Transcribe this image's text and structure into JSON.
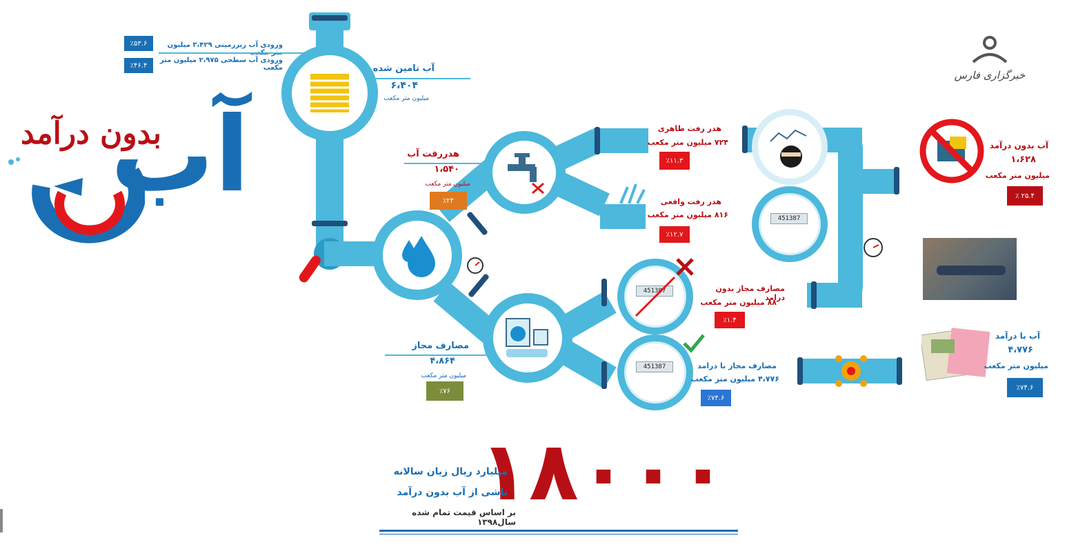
{
  "logo": {
    "title_word": "آب",
    "subtitle": "بدون درآمد",
    "fars": "خبرگزاری فارس"
  },
  "inputs": {
    "groundwater": "ورودی آب زیرزمینی ۳،۴۲۹ میلیون متر مکعب",
    "groundwater_pct": "٪۵۳.۶",
    "surface": "ورودی آب سطحی ۲،۹۷۵ میلیون متر مکعب",
    "surface_pct": "٪۴۶.۴"
  },
  "supplied": {
    "title": "آب تامین شده",
    "value": "۶،۴۰۴",
    "unit": "میلیون متر مکعب"
  },
  "loss": {
    "title": "هدررفت آب",
    "value": "۱،۵۴۰",
    "unit": "میلیون متر مکعب",
    "pct": "٪۲۴"
  },
  "apparent_loss": {
    "title": "هدر رفت ظاهری",
    "value": "۷۲۴ میلیون متر مکعب",
    "pct": "٪۱۱.۳"
  },
  "real_loss": {
    "title": "هدر رفت واقعی",
    "value": "۸۱۶ میلیون متر مکعب",
    "pct": "٪۱۲.۷"
  },
  "authorized": {
    "title": "مصارف مجاز",
    "value": "۴،۸۶۴",
    "unit": "میلیون متر مکعب",
    "pct": "٪۷۶"
  },
  "unbilled_auth": {
    "title": "مصارف مجاز بدون درامد",
    "value": "۸۸ میلیون متر مکعب",
    "pct": "٪۱.۴"
  },
  "billed_auth": {
    "title": "مصارف مجاز با درامد",
    "value": "۴،۷۷۶ میلیون متر مکعب",
    "pct": "٪۷۴.۶"
  },
  "nrw": {
    "title": "آب بدون درآمد",
    "value": "۱،۶۲۸",
    "unit": "میلیون متر مکعب",
    "pct": "٪ ۲۵.۴"
  },
  "revenue_water": {
    "title": "آب با درآمد",
    "value": "۴،۷۷۶",
    "unit": "میلیون متر مکعب",
    "pct": "٪۷۴.۶"
  },
  "meter_reading": "451387",
  "bottom": {
    "big_number": "۱۸۰۰۰",
    "line1": "میلیارد ریال زیان سالانه",
    "line2": "ناشی از آب بدون درآمد",
    "line3": "بر اساس قیمت تمام شده سال۱۳۹۸"
  },
  "colors": {
    "pipe": "#4bb8dc",
    "red": "#b80f16",
    "blue": "#1a6fb4",
    "orange": "#e07a1f",
    "green": "#7b8d3a",
    "badge_red": "#e3171b",
    "badge_blue": "#1a6fb4",
    "badge_mid_blue": "#2a76d2"
  }
}
